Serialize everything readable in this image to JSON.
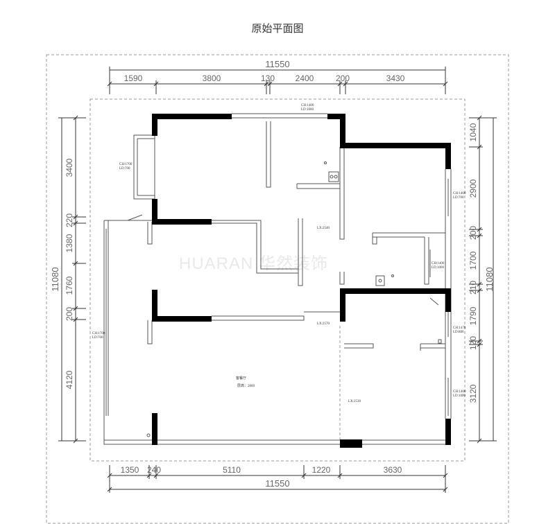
{
  "title": "原始平面图",
  "watermark": "HUARAN 华然装饰",
  "dimensions": {
    "top_total": "11550",
    "top_segments": [
      "1590",
      "3800",
      "130",
      "2400",
      "200",
      "3430"
    ],
    "bottom_total": "11550",
    "bottom_segments": [
      "1350",
      "240",
      "5110",
      "1220",
      "3630"
    ],
    "left_total": "11080",
    "left_segments": [
      "3400",
      "220",
      "1380",
      "1760",
      "200",
      "4120"
    ],
    "right_total": "11080",
    "right_segments": [
      "1040",
      "2900",
      "200",
      "1700",
      "210",
      "1790",
      "120",
      "3120"
    ]
  },
  "annotations": {
    "window_top_h": "CH:1400",
    "window_top_ld": "LD:1000",
    "window_left_h": "CH:1700",
    "window_left_ld": "LD:700",
    "window_right1_h": "CH:1400",
    "window_right1_ld": "LD:700",
    "window_right2_h": "CH:1400",
    "window_right2_ld": "LD:1000",
    "window_right3_h": "CH:1470",
    "window_right3_ld": "LD:880",
    "window_right4_h": "CH:1400",
    "window_right4_ld": "LD:1000",
    "window_lower_left_h": "CH:1700",
    "window_lower_left_ld": "LD:700",
    "beam_1": "LX:2540",
    "beam_2": "LX:2570",
    "beam_3": "LX:2530",
    "living_room_label": "客餐厅",
    "ceiling_height": "层高：2800"
  }
}
